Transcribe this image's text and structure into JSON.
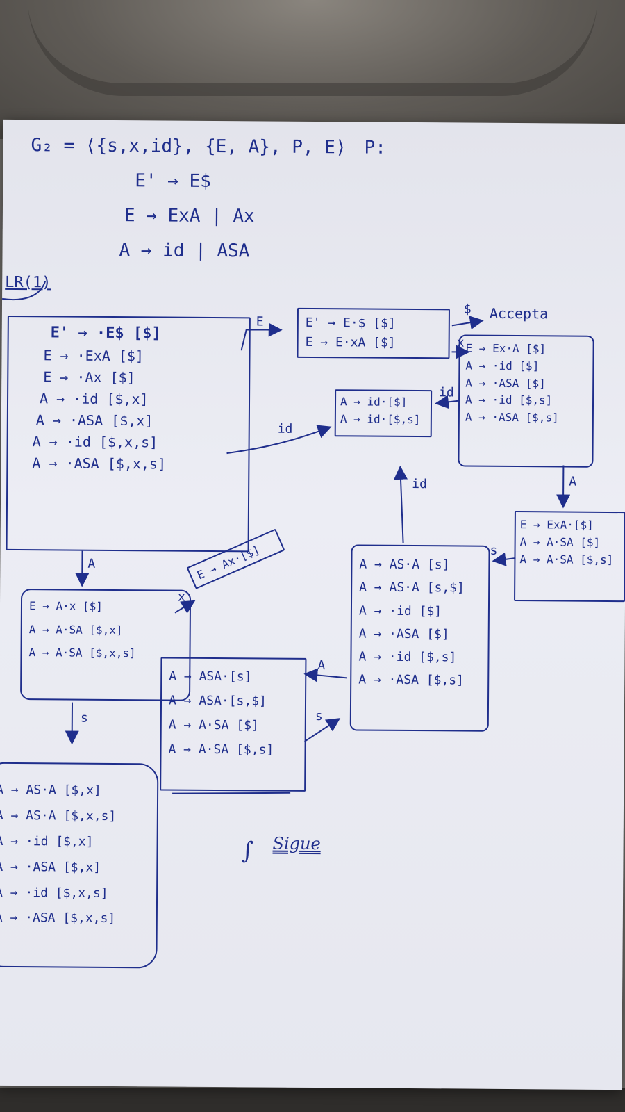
{
  "grammar": {
    "definition": "G₂ = ⟨{s,x,id}, {E, A}, P, E⟩",
    "p_label": "P:",
    "productions": [
      "E' → E$",
      "E → ExA | Ax",
      "A → id | ASA"
    ]
  },
  "section_label": "LR(1)",
  "states": {
    "s0": {
      "items": [
        "E' → ·E$  [$]",
        "E → ·ExA   [$]",
        "E → ·Ax    [$]",
        "A → ·id    [$,x]",
        "A → ·ASA   [$,x]",
        "A → ·id     [$,x,s]",
        "A → ·ASA   [$,x,s]"
      ]
    },
    "s_e": {
      "items": [
        "E' → E·$ [$]",
        "E → E·xA [$]"
      ]
    },
    "s_id": {
      "items": [
        "A → id·[$]",
        "A → id·[$,s]"
      ]
    },
    "s_ex": {
      "items": [
        "E → Ex·A [$]",
        "A → ·id  [$]",
        "A → ·ASA [$]",
        "A → ·id  [$,s]",
        "A → ·ASA [$,s]"
      ]
    },
    "s_exa": {
      "items": [
        "E → ExA·[$]",
        "A → A·SA [$]",
        "A → A·SA [$,s]"
      ]
    },
    "s_as": {
      "items": [
        "A → AS·A [s]",
        "A → AS·A [s,$]",
        "A → ·id [$]",
        "A → ·ASA [$]",
        "A → ·id [$,s]",
        "A → ·ASA [$,s]"
      ]
    },
    "s_a": {
      "items": [
        "E → A·x [$]",
        "A → A·SA [$,x]",
        "A → A·SA   [$,x,s]"
      ]
    },
    "s_ax": {
      "items": [
        "E → Ax·[$]"
      ]
    },
    "s_asa": {
      "items": [
        "A → ASA·[s]",
        "A → ASA·[s,$]",
        "A → A·SA [$]",
        "A → A·SA [$,s]"
      ]
    },
    "s_as2": {
      "items": [
        "A → AS·A [$,x]",
        "A → AS·A [$,x,s]",
        "A → ·id  [$,x]",
        "A → ·ASA [$,x]",
        "A → ·id  [$,x,s]",
        "A → ·ASA [$,x,s]"
      ]
    }
  },
  "transitions": {
    "e": "E",
    "dollar": "$",
    "accept": "Accepta",
    "x1": "x",
    "id1": "id",
    "id2": "id",
    "id3": "id",
    "a1": "A",
    "a2": "A",
    "a3": "A",
    "s1": "s",
    "s2": "s",
    "s3": "s",
    "x2": "x"
  },
  "signature": "Sigue"
}
